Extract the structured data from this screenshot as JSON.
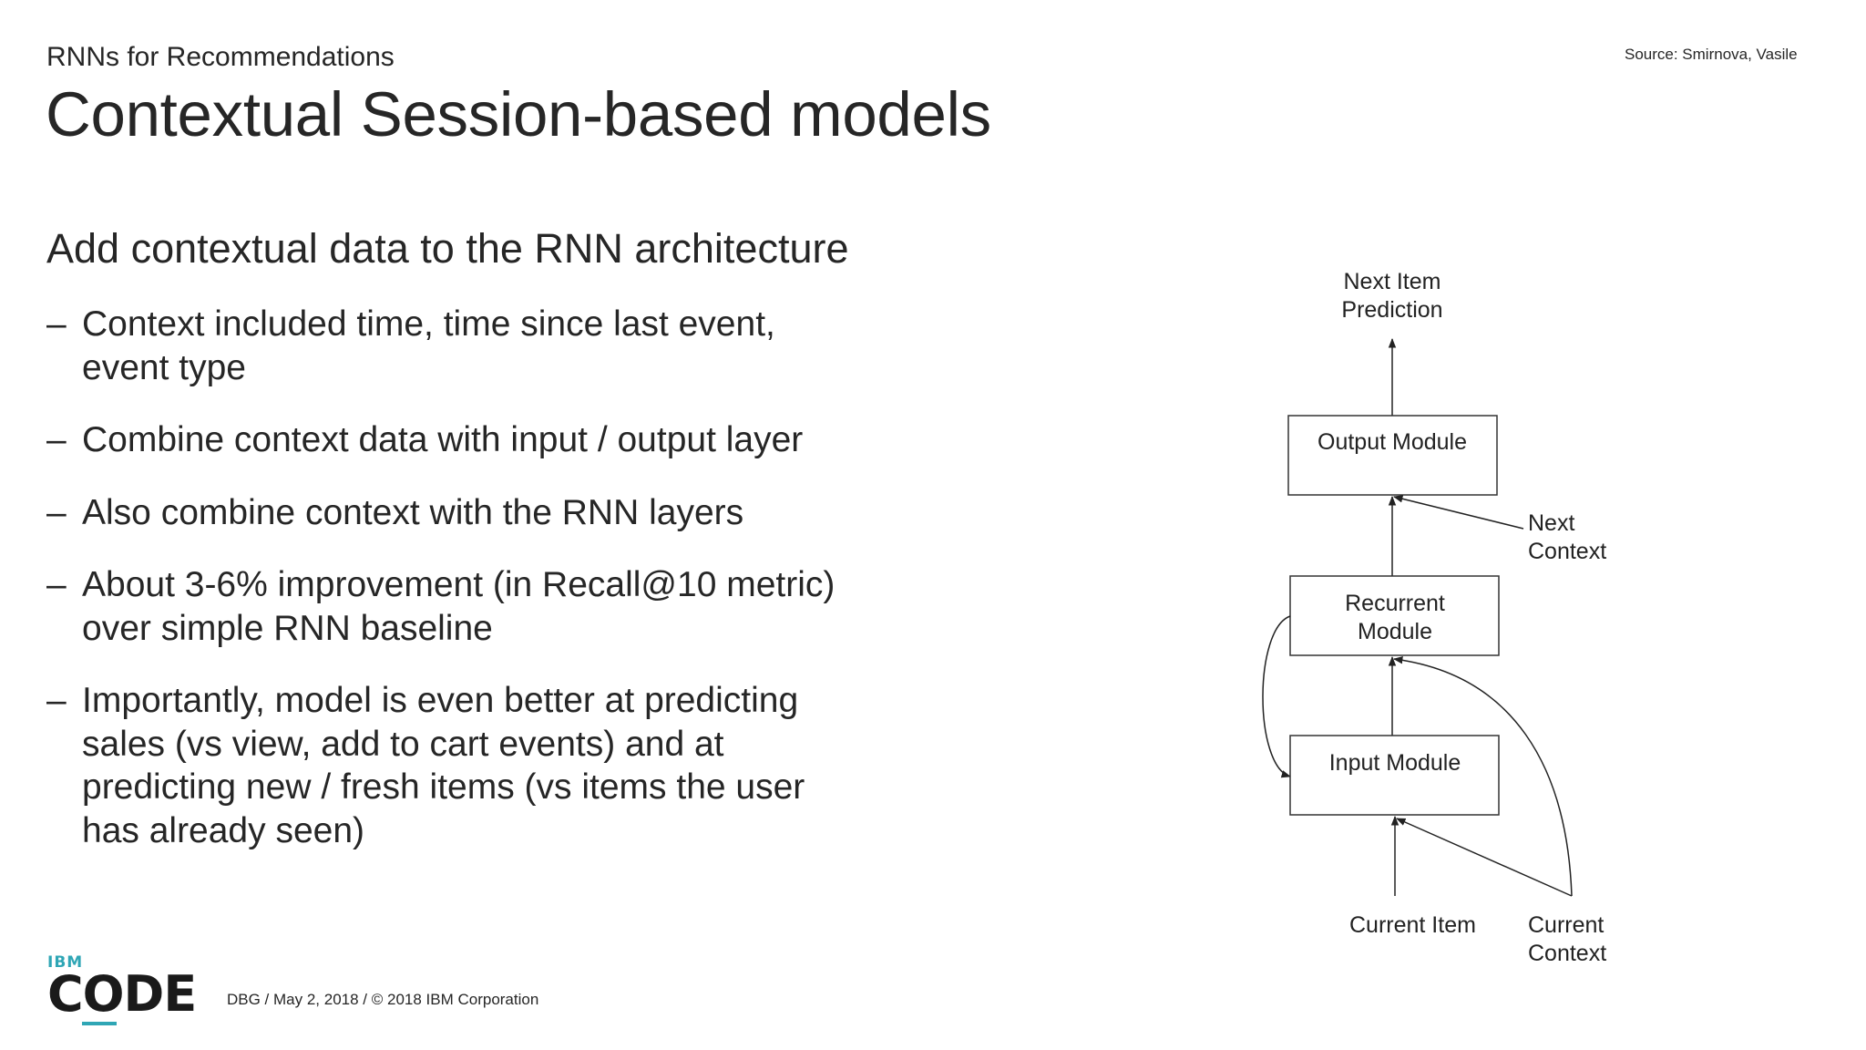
{
  "slide": {
    "kicker": "RNNs for Recommendations",
    "title": "Contextual Session-based models",
    "source": "Source: Smirnova, Vasile",
    "lead": "Add contextual data to the RNN architecture",
    "bullets": [
      {
        "line1": "Context included time, time since last event,",
        "line2": "event type"
      },
      {
        "line1": "Combine context data with input / output layer"
      },
      {
        "line1": "Also combine context with the RNN layers"
      },
      {
        "line1": "About 3-6% improvement (in Recall@10 metric)",
        "line2": "over simple RNN baseline"
      },
      {
        "line1": "Importantly, model is even better at predicting",
        "line2": "sales (vs view, add to cart events) and at",
        "line3": "predicting new / fresh items (vs items the user",
        "line4": "has already seen)"
      }
    ],
    "bullet_marker": "–"
  },
  "diagram": {
    "next_item_prediction": [
      "Next Item",
      "Prediction"
    ],
    "output_module": "Output Module",
    "next_context": [
      "Next",
      "Context"
    ],
    "recurrent_module": [
      "Recurrent",
      "Module"
    ],
    "input_module": "Input Module",
    "current_item": "Current Item",
    "current_context": [
      "Current",
      "Context"
    ]
  },
  "footer": {
    "logo_ibm": "IBM",
    "logo_code": "CODE",
    "text": "DBG / May 2, 2018 / © 2018 IBM Corporation"
  },
  "colors": {
    "text": "#262626",
    "logo_accent": "#2fa6b5"
  }
}
